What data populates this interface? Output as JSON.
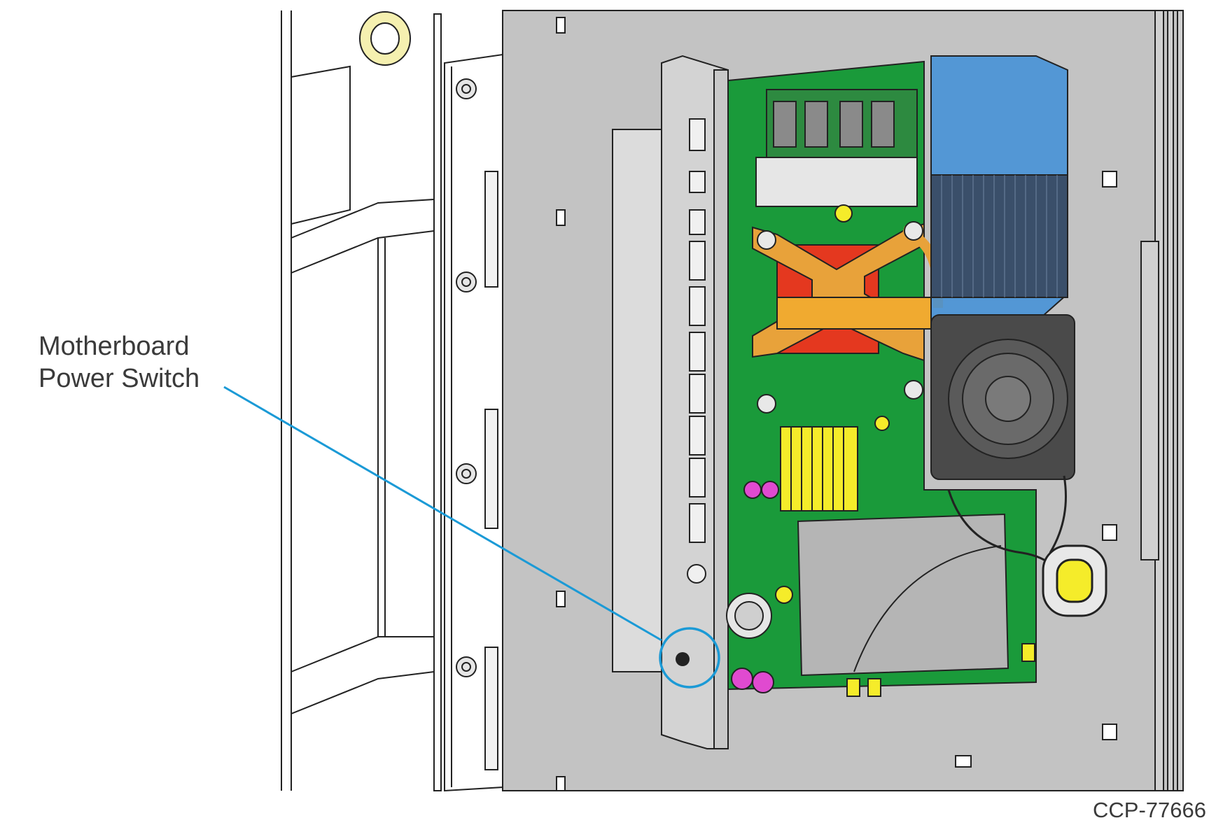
{
  "callout": {
    "line1": "Motherboard",
    "line2": "Power Switch",
    "color": "#1b9ad6"
  },
  "figure_id": "CCP-77666",
  "colors": {
    "panel": "#c3c3c3",
    "pcb": "#1a9a3a",
    "heat_pipe": "#e8a23a",
    "heatsink_shroud": "#3f8fd8",
    "heatsink_fins": "#3a4f6a",
    "fan": "#4a4a4a",
    "drive": "#b5b5b5",
    "chipset_heatsink": "#f5ec2a",
    "cpu": "#e4381f",
    "capacitor": "#e04ad0"
  }
}
